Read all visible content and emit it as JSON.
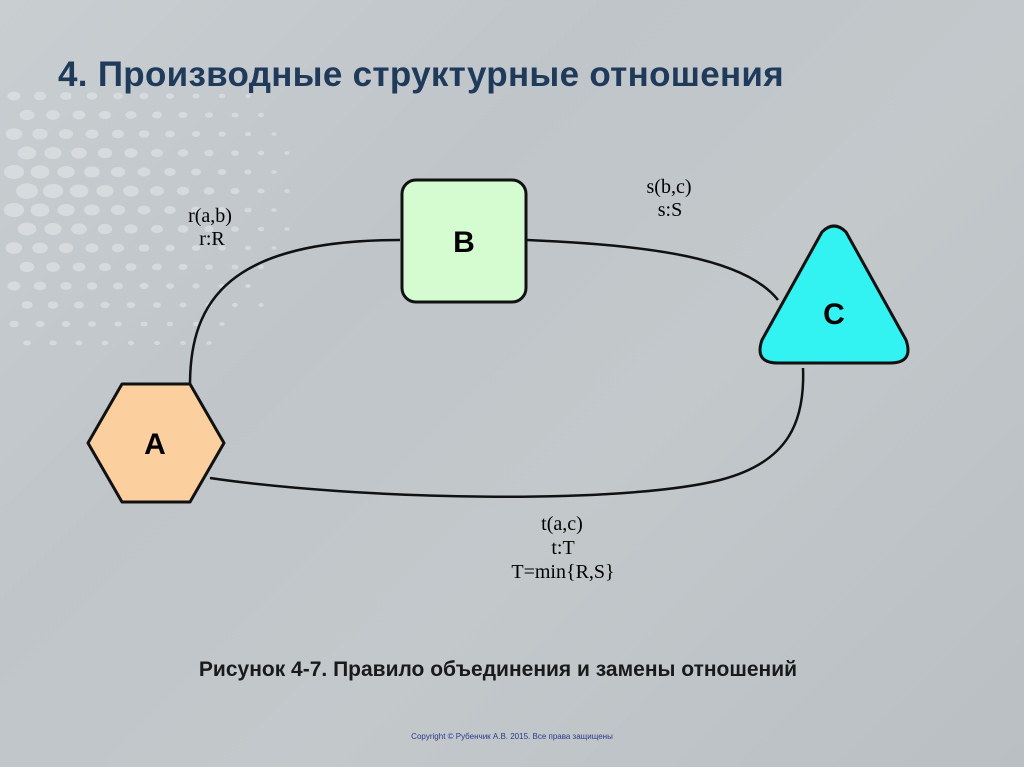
{
  "slide": {
    "title": "4. Производные структурные отношения",
    "caption": "Рисунок 4-7. Правило объединения и замены отношений",
    "copyright": "Copyright © Рубенчик А.В. 2015.  Все права защищены"
  },
  "diagram": {
    "nodes": {
      "a": {
        "label": "A",
        "shape": "hexagon",
        "color": "#fccf9f"
      },
      "b": {
        "label": "B",
        "shape": "rounded-square",
        "color": "#d4fcd0"
      },
      "c": {
        "label": "C",
        "shape": "triangle",
        "color": "#33f2f2"
      }
    },
    "relations": {
      "r": {
        "line1": "r(a,b)",
        "line2": "r:R"
      },
      "s": {
        "line1": "s(b,c)",
        "line2": "s:S"
      },
      "t": {
        "line1": "t(a,c)",
        "line2": "t:T",
        "line3": "T=min{R,S}"
      }
    }
  }
}
